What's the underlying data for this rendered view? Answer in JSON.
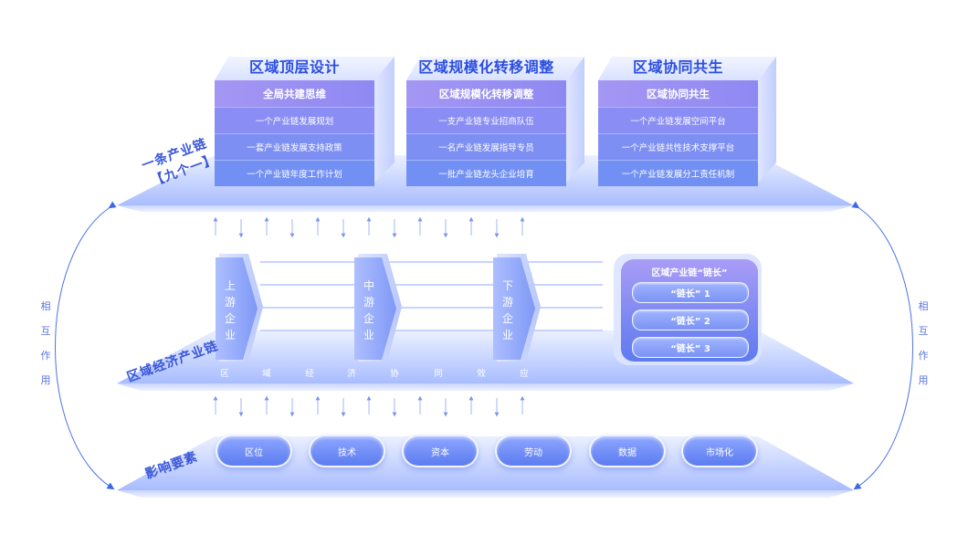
{
  "layers": {
    "top_label_line1": "一条产业链",
    "top_label_line2": "【九个一】",
    "middle_label": "区域经济产业链",
    "bottom_label": "影响要素"
  },
  "side_label_chars": [
    "相",
    "互",
    "作",
    "用"
  ],
  "top_columns": [
    {
      "heading": "区域顶层设计",
      "card_title": "全局共建思维",
      "items": [
        "一个产业链发展规划",
        "一套产业链发展支持政策",
        "一个产业链年度工作计划"
      ]
    },
    {
      "heading": "区域规模化转移调整",
      "card_title": "区域规模化转移调整",
      "items": [
        "一支产业链专业招商队伍",
        "一名产业链发展指导专员",
        "一批产业链龙头企业培育"
      ]
    },
    {
      "heading": "区域协同共生",
      "card_title": "区域协同共生",
      "items": [
        "一个产业链发展空间平台",
        "一个产业链共性技术支撑平台",
        "一个产业链发展分工责任机制"
      ]
    }
  ],
  "enterprises": [
    {
      "chars": [
        "上",
        "游",
        "企",
        "业"
      ]
    },
    {
      "chars": [
        "中",
        "游",
        "企",
        "业"
      ]
    },
    {
      "chars": [
        "下",
        "游",
        "企",
        "业"
      ]
    }
  ],
  "effect_chars": [
    "区",
    "域",
    "经",
    "济",
    "协",
    "同",
    "效",
    "应"
  ],
  "chain_leader": {
    "title": "区域产业链“链长”",
    "items": [
      "“链长” 1",
      "“链长” 2",
      "“链长” 3"
    ]
  },
  "factors": [
    "区位",
    "技术",
    "资本",
    "劳动",
    "数据",
    "市场化"
  ],
  "colors": {
    "accent": "#2c4fe0",
    "card_purple": "#8e86f0",
    "card_blue": "#6f86f2",
    "platform": "#b9c9ff"
  }
}
